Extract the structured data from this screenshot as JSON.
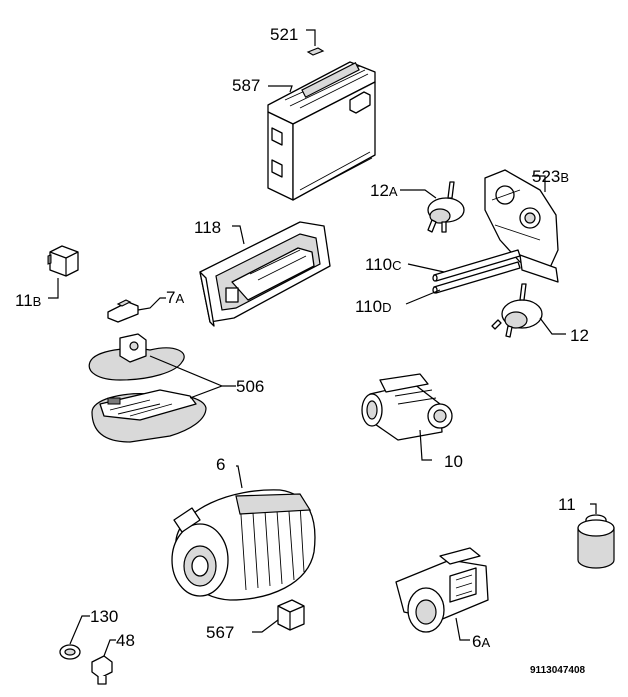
{
  "labels": {
    "p521": "521",
    "p587": "587",
    "p12a_num": "12",
    "p12a_suf": "A",
    "p523b_num": "523",
    "p523b_suf": "B",
    "p118": "118",
    "p110c_num": "110",
    "p110c_suf": "C",
    "p110d_num": "110",
    "p110d_suf": "D",
    "p11b_num": "11",
    "p11b_suf": "B",
    "p7a_num": "7",
    "p7a_suf": "A",
    "p12": "12",
    "p506": "506",
    "p10": "10",
    "p6": "6",
    "p11": "11",
    "p130": "130",
    "p48": "48",
    "p567": "567",
    "p6a_num": "6",
    "p6a_suf": "A"
  },
  "document_number": "9113047408"
}
